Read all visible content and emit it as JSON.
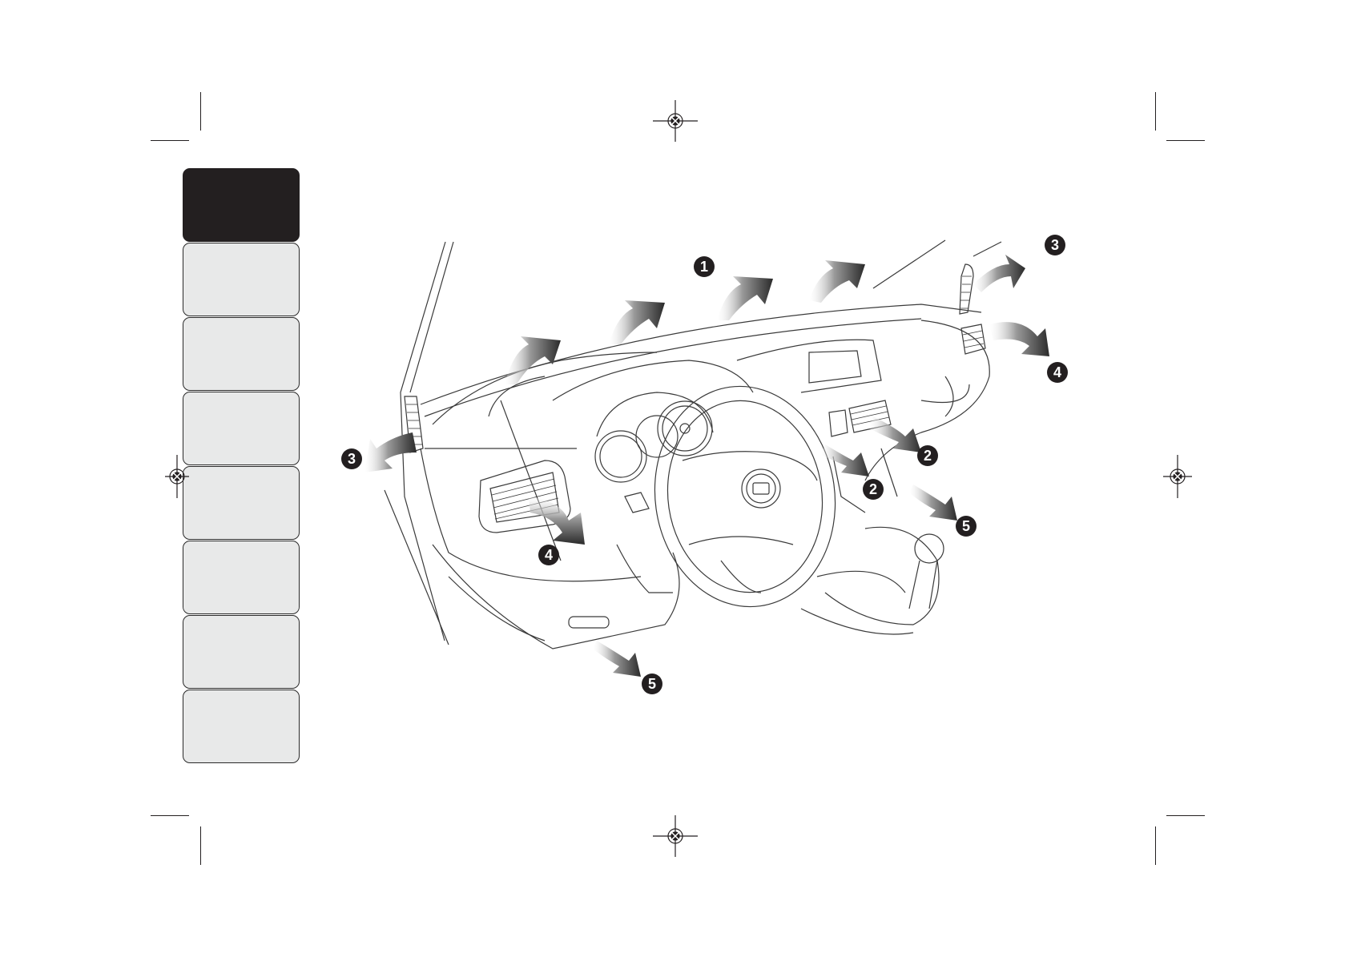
{
  "tabs": [
    {
      "label": "",
      "active": true
    },
    {
      "label": "",
      "active": false
    },
    {
      "label": "",
      "active": false
    },
    {
      "label": "",
      "active": false
    },
    {
      "label": "",
      "active": false
    },
    {
      "label": "",
      "active": false
    },
    {
      "label": "",
      "active": false
    },
    {
      "label": "",
      "active": false
    }
  ],
  "callouts": {
    "windscreen_vents": "1",
    "center_vent_left": "2",
    "center_vent_right": "2",
    "side_window_left": "3",
    "side_window_right": "3",
    "side_vent_left": "4",
    "side_vent_right": "4",
    "footwell_left": "5",
    "footwell_right": "5"
  },
  "illustration": {
    "subject": "dashboard-air-vents",
    "line_color": "#3a3a3a",
    "arrow_color": "#2a2a2a"
  }
}
